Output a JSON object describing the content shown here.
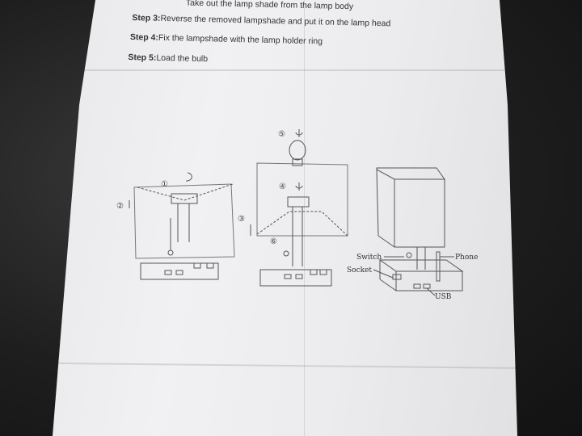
{
  "steps": [
    {
      "prefix": "",
      "text": "Take out the lamp shade from the lamp body"
    },
    {
      "prefix": "Step 3:",
      "text": "Reverse the removed lampshade and put it on the lamp head"
    },
    {
      "prefix": "Step 4:",
      "text": "Fix the lampshade with the lamp holder ring"
    },
    {
      "prefix": "Step 5:",
      "text": "Load the bulb"
    }
  ],
  "diagram_markers": {
    "m1": "①",
    "m2": "②",
    "m3": "③",
    "m4": "④",
    "m5": "⑤",
    "m6": "⑥"
  },
  "callouts": {
    "switch": "Switch",
    "phone": "Phone",
    "socket": "Socket",
    "usb": "USB"
  }
}
